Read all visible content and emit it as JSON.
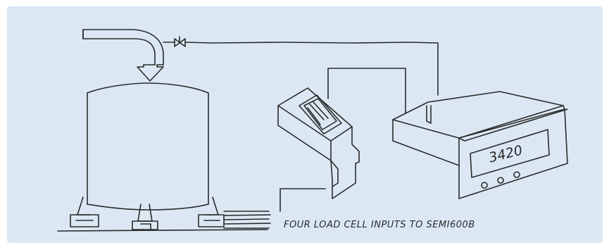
{
  "display": {
    "reading": "3420",
    "button_count": 3
  },
  "caption": "FOUR LOAD CELL INPUTS TO SEMI600B",
  "colors": {
    "background": "#dbe8f4",
    "ink": "#2a2a2a"
  }
}
